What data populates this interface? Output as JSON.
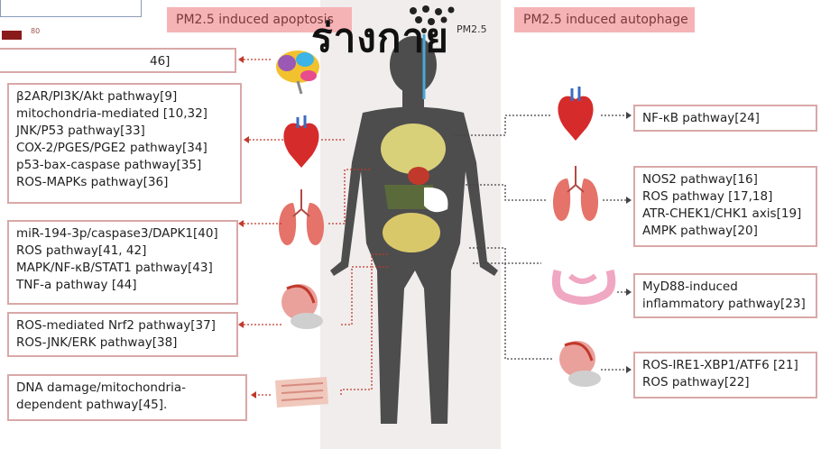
{
  "legend": {
    "tick": "80"
  },
  "headers": {
    "apoptosis": "PM2.5 induced apoptosis",
    "autophage": "PM2.5 induced autophage"
  },
  "center": {
    "thai_label": "ร่างกาย",
    "pm_label": "PM2.5"
  },
  "apoptosis_boxes": {
    "brain": [
      "46]"
    ],
    "heart": [
      "β2AR/PI3K/Akt pathway[9]",
      "mitochondria-mediated [10,32]",
      "JNK/P53 pathway[33]",
      "COX-2/PGES/PGE2 pathway[34]",
      "p53-bax-caspase pathway[35]",
      "ROS-MAPKs pathway[36]"
    ],
    "lung": [
      "miR-194-3p/caspase3/DAPK1[40]",
      "ROS pathway[41, 42]",
      "MAPK/NF-κB/STAT1 pathway[43]",
      "TNF-a pathway [44]"
    ],
    "testis": [
      "ROS-mediated Nrf2 pathway[37]",
      "ROS-JNK/ERK pathway[38]"
    ],
    "skin": [
      "DNA damage/mitochondria-",
      "dependent pathway[45]."
    ]
  },
  "autophage_boxes": {
    "heart": [
      "NF-κB pathway[24]"
    ],
    "lung": [
      "NOS2 pathway[16]",
      "ROS pathway [17,18]",
      "ATR-CHEK1/CHK1 axis[19]",
      "AMPK pathway[20]"
    ],
    "intestine": [
      "MyD88-induced",
      "inflammatory pathway[23]"
    ],
    "testis": [
      "ROS-IRE1-XBP1/ATF6 [21]",
      "ROS pathway[22]"
    ]
  },
  "colors": {
    "header_bg": "#f6b3b6",
    "box_border": "#d9a8a8",
    "arrow": "#c0392b",
    "body": "#4a4a4a",
    "organ_red": "#d62b2b"
  }
}
